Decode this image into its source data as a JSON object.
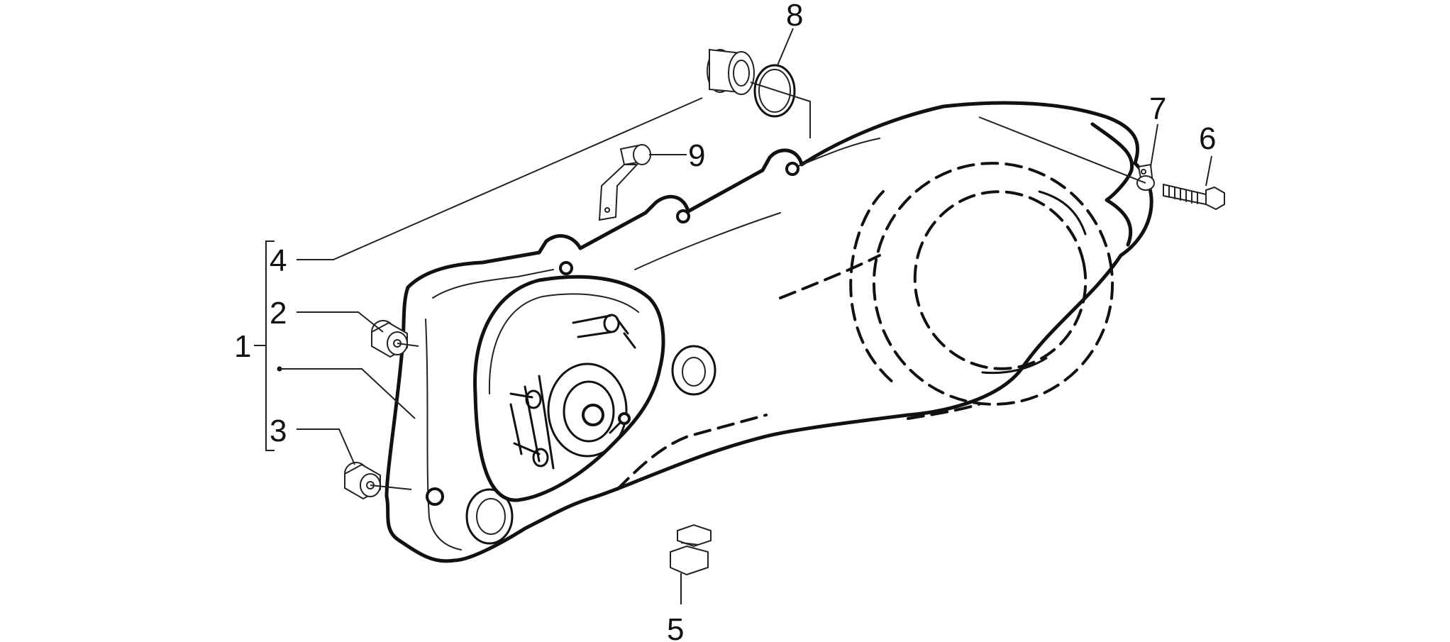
{
  "diagram": {
    "type": "exploded-parts-view",
    "line_color": "#111111",
    "background": "#ffffff",
    "callouts": [
      {
        "id": "1",
        "label": "1"
      },
      {
        "id": "2",
        "label": "2"
      },
      {
        "id": "3",
        "label": "3"
      },
      {
        "id": "4",
        "label": "4"
      },
      {
        "id": "5",
        "label": "5"
      },
      {
        "id": "6",
        "label": "6"
      },
      {
        "id": "7",
        "label": "7"
      },
      {
        "id": "8",
        "label": "8"
      },
      {
        "id": "9",
        "label": "9"
      }
    ]
  }
}
